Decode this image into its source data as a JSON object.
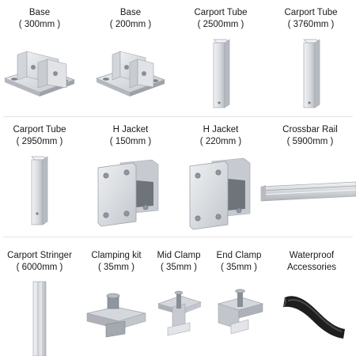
{
  "products": [
    {
      "id": "base-300",
      "line1": "Base",
      "line2": "( 300mm )",
      "icon": "base-bracket-icon"
    },
    {
      "id": "base-200",
      "line1": "Base",
      "line2": "( 200mm )",
      "icon": "base-bracket-icon"
    },
    {
      "id": "carport-tube-2500",
      "line1": "Carport Tube",
      "line2": "( 2500mm )",
      "icon": "square-tube-icon"
    },
    {
      "id": "carport-tube-3760",
      "line1": "Carport Tube",
      "line2": "( 3760mm )",
      "icon": "square-tube-icon"
    },
    {
      "id": "carport-tube-2950",
      "line1": "Carport Tube",
      "line2": "( 2950mm )",
      "icon": "square-tube-icon"
    },
    {
      "id": "h-jacket-150",
      "line1": "H Jacket",
      "line2": "( 150mm )",
      "icon": "h-jacket-icon"
    },
    {
      "id": "h-jacket-220",
      "line1": "H Jacket",
      "line2": "( 220mm )",
      "icon": "h-jacket-icon"
    },
    {
      "id": "crossbar-rail-5900",
      "line1": "Crossbar Rail",
      "line2": "( 5900mm )",
      "icon": "rail-icon"
    },
    {
      "id": "carport-stringer-6000",
      "line1": "Carport Stringer",
      "line2": "( 6000mm )",
      "icon": "stringer-icon"
    },
    {
      "id": "clamping-kit-35",
      "line1": "Clamping kit",
      "line2": "( 35mm )",
      "icon": "clamp-kit-icon"
    },
    {
      "id": "mid-clamp-35",
      "line1": "Mid Clamp",
      "line2": "( 35mm )",
      "icon": "mid-clamp-icon"
    },
    {
      "id": "end-clamp-35",
      "line1": "End Clamp",
      "line2": "( 35mm )",
      "icon": "end-clamp-icon"
    },
    {
      "id": "waterproof-accessories",
      "line1": "Waterproof",
      "line2": "Accessories",
      "icon": "rubber-seal-icon"
    }
  ],
  "colors": {
    "metal_light": "#e4e6ea",
    "metal_mid": "#c6cad0",
    "metal_dark": "#9ea3aa",
    "rubber": "#1e1e1e",
    "divider": "#e6e6e6"
  }
}
